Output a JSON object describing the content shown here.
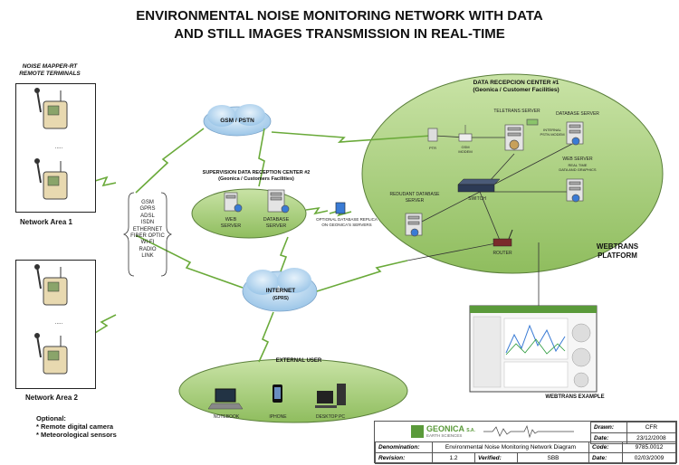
{
  "title_line1": "ENVIRONMENTAL NOISE MONITORING NETWORK WITH DATA",
  "title_line2": "AND STILL IMAGES TRANSMISSION IN  REAL-TIME",
  "terminals": {
    "line1": "NOISE MAPPER-RT",
    "line2": "REMOTE TERMINALS"
  },
  "network_area_1": "Network Area 1",
  "network_area_2": "Network Area 2",
  "dots": ".....",
  "comm_links": [
    "GSM",
    "GPRS",
    "ADSL",
    "ISDN",
    "ETHERNET",
    "FIBER OPTIC",
    "WI-FI",
    "RADIO",
    "LINK"
  ],
  "gsm_cloud": "GSM / PSTN",
  "internet_cloud": {
    "line1": "INTERNET",
    "line2": "(GPRS)"
  },
  "supervision": {
    "line1": "SUPERVISION DATA RECEPTION CENTER #2",
    "line2": "(Geonica / Customers Facilities)",
    "web_server": {
      "line1": "WEB",
      "line2": "SERVER"
    },
    "database_server": {
      "line1": "DATABASE",
      "line2": "SERVER"
    }
  },
  "replica": {
    "line1": "OPTIONAL DATABASE REPLICA",
    "line2": "ON GEONICA'S SERVERS"
  },
  "reception": {
    "line1": "DATA RECEPCION CENTER #1",
    "line2": "(Geonica / Customer Facilities)",
    "teletrans": "TELETRANS SERVER",
    "internal_modem": {
      "line1": "INTERNAL",
      "line2": "PSTN MODEM"
    },
    "database_server": "DATABASE SERVER",
    "ptr": "PTR",
    "gsm_modem": {
      "line1": "GSM",
      "line2": "MODEM"
    },
    "web_server": {
      "line1": "WEB SERVER",
      "line2": "REAL TIME",
      "line3": "DATA AND GRAPHICS"
    },
    "redundant": {
      "line1": "REDUDANT DATABASE",
      "line2": "SERVER"
    },
    "switch": "SWITCH",
    "router": "ROUTER"
  },
  "platform": {
    "line1": "WEBTRANS",
    "line2": "PLATFORM"
  },
  "webtrans_example": "WEBTRANS EXAMPLE",
  "external_user": {
    "title": "EXTERNAL USER",
    "notebook": "NOTEBOOK",
    "iphone": "IPHONE",
    "desktop": "DESKTOP PC"
  },
  "optional": {
    "title": "Optional:",
    "item1": "* Remote digital camera",
    "item2": "* Meteorological sensors"
  },
  "title_block": {
    "logo": "GEONICA",
    "logo_suffix": "S.A.",
    "logo_sub": "EARTH SCIENCES",
    "drawn_label": "Drawn:",
    "drawn_value": "CFR",
    "date_label": "Date:",
    "date_value": "23/12/2008",
    "denomination_label": "Denomination:",
    "denomination_value": "Environmental Noise Monitoring Network Diagram",
    "code_label": "Code:",
    "code_value": "9785.0012",
    "revision_label": "Revision:",
    "revision_value": "1.2",
    "verified_label": "Verified:",
    "verified_value": "SBB",
    "date2_label": "Date:",
    "date2_value": "02/03/2009"
  },
  "colors": {
    "ellipse": "#a9cf7e",
    "ellipse_edge": "#5a7f3a",
    "cloud": "#bcd8f0",
    "lightning": "#6aaa3a"
  }
}
